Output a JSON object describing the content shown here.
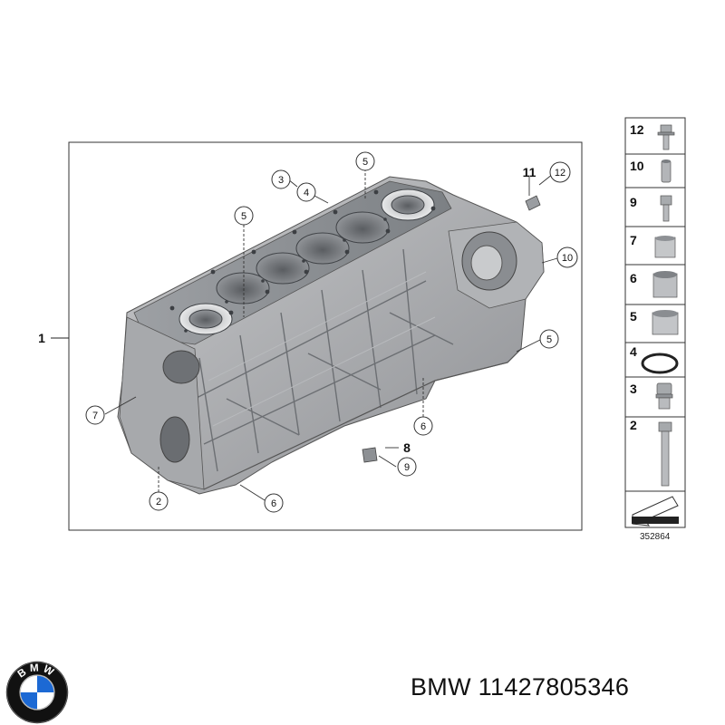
{
  "diagram": {
    "main_ref": "1",
    "callouts": {
      "c2": "2",
      "c3": "3",
      "c4": "4",
      "c5a": "5",
      "c5b": "5",
      "c5c": "5",
      "c6a": "6",
      "c6b": "6",
      "c7": "7",
      "c8": "8",
      "c9": "9",
      "c10": "10",
      "c11": "11",
      "c12": "12"
    },
    "side_parts": [
      "12",
      "10",
      "9",
      "7",
      "6",
      "5",
      "4",
      "3",
      "2"
    ],
    "figure_code": "352864"
  },
  "caption": {
    "brand": "BMW",
    "part_number": "11427805346",
    "text": "BMW 11427805346"
  },
  "logo": {
    "letters": "BMW",
    "colors": {
      "blue": "#1c69d4",
      "white": "#ffffff",
      "ring": "#111111"
    }
  }
}
